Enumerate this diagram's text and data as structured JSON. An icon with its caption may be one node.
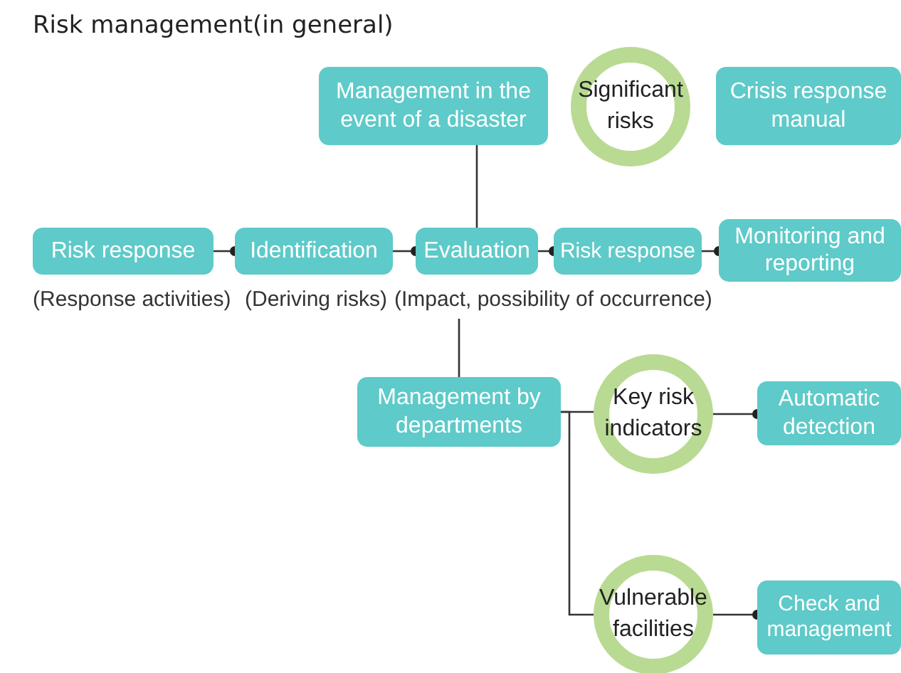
{
  "diagram": {
    "title": "Risk management(in general)",
    "nodes": [
      {
        "text": [
          "Management in the event of a disaster"
        ]
      },
      {
        "text": [
          "Significant risks"
        ]
      },
      {
        "text": [
          "Crisis response manual"
        ]
      },
      {
        "text": [
          "Risk response"
        ],
        "beside": [
          "(Response activities)"
        ]
      },
      {
        "text": [
          "Identification"
        ],
        "beside": [
          "(Deriving risks)"
        ]
      },
      {
        "text": [
          "Evaluation"
        ],
        "beside": [
          "(Impact, possibility of occurrence)"
        ]
      },
      {
        "text": [
          "Risk response"
        ]
      },
      {
        "text": [
          "Monitoring and reporting"
        ]
      },
      {
        "text": [
          "Management by departments"
        ]
      },
      {
        "text": [
          "Key risk indicators"
        ]
      },
      {
        "text": [
          "Automatic detection"
        ]
      },
      {
        "text": [
          "Vulnerable facilities"
        ]
      },
      {
        "text": [
          "Check and management"
        ]
      }
    ],
    "edges": [
      {
        "from": 3,
        "to": 4,
        "arrow": "other"
      },
      {
        "from": 4,
        "to": 5,
        "arrow": "other"
      },
      {
        "from": 5,
        "to": 6,
        "arrow": "other"
      },
      {
        "from": 6,
        "to": 7,
        "arrow": "other"
      },
      {
        "from": 0,
        "to": 5,
        "arrow": "none"
      },
      {
        "from": 5,
        "to": 8,
        "arrow": "none"
      },
      {
        "from": 8,
        "to": 9,
        "arrow": "none"
      },
      {
        "from": 8,
        "to": 11,
        "arrow": "none"
      },
      {
        "from": 9,
        "to": 10,
        "arrow": "other"
      },
      {
        "from": 11,
        "to": 12,
        "arrow": "other"
      }
    ]
  }
}
